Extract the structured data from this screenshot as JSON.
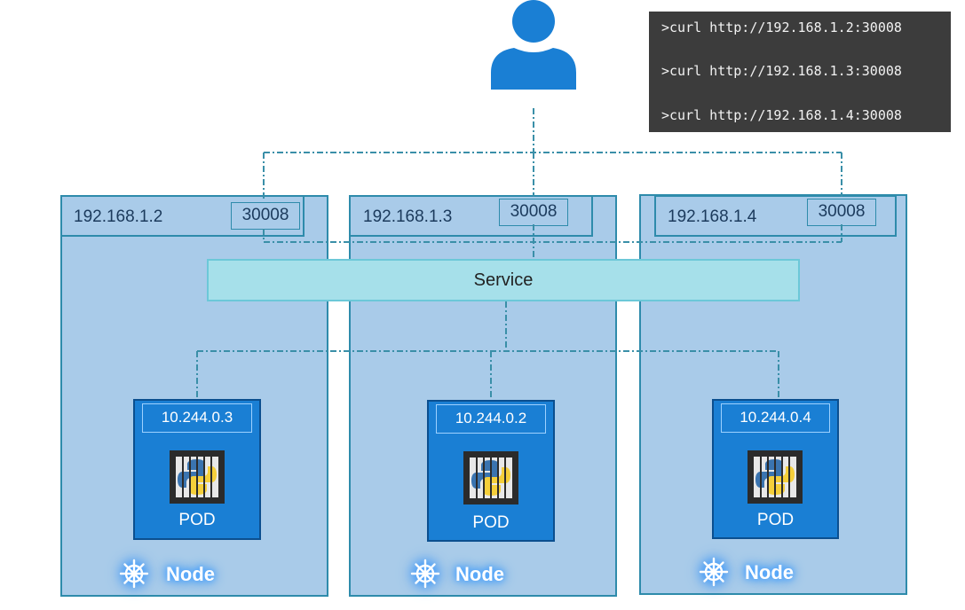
{
  "terminal": {
    "lines": [
      ">curl http://192.168.1.2:30008",
      ">curl http://192.168.1.3:30008",
      ">curl http://192.168.1.4:30008"
    ]
  },
  "service": {
    "label": "Service"
  },
  "nodes": [
    {
      "ip": "192.168.1.2",
      "port": "30008",
      "pod_ip": "10.244.0.3",
      "pod_label": "POD",
      "node_label": "Node"
    },
    {
      "ip": "192.168.1.3",
      "port": "30008",
      "pod_ip": "10.244.0.2",
      "pod_label": "POD",
      "node_label": "Node"
    },
    {
      "ip": "192.168.1.4",
      "port": "30008",
      "pod_ip": "10.244.0.4",
      "pod_label": "POD",
      "node_label": "Node"
    }
  ],
  "colors": {
    "node_fill": "#a9cbe9",
    "node_border": "#2e8bab",
    "pod_fill": "#1a7fd4",
    "service_fill": "#a6e0ea",
    "user_icon": "#1a7fd4",
    "terminal_bg": "#3c3c3c",
    "connector": "#3a8fa8"
  },
  "icons": {
    "user": "user-icon",
    "pod": "python-container-icon",
    "node": "kubernetes-helm-icon"
  }
}
